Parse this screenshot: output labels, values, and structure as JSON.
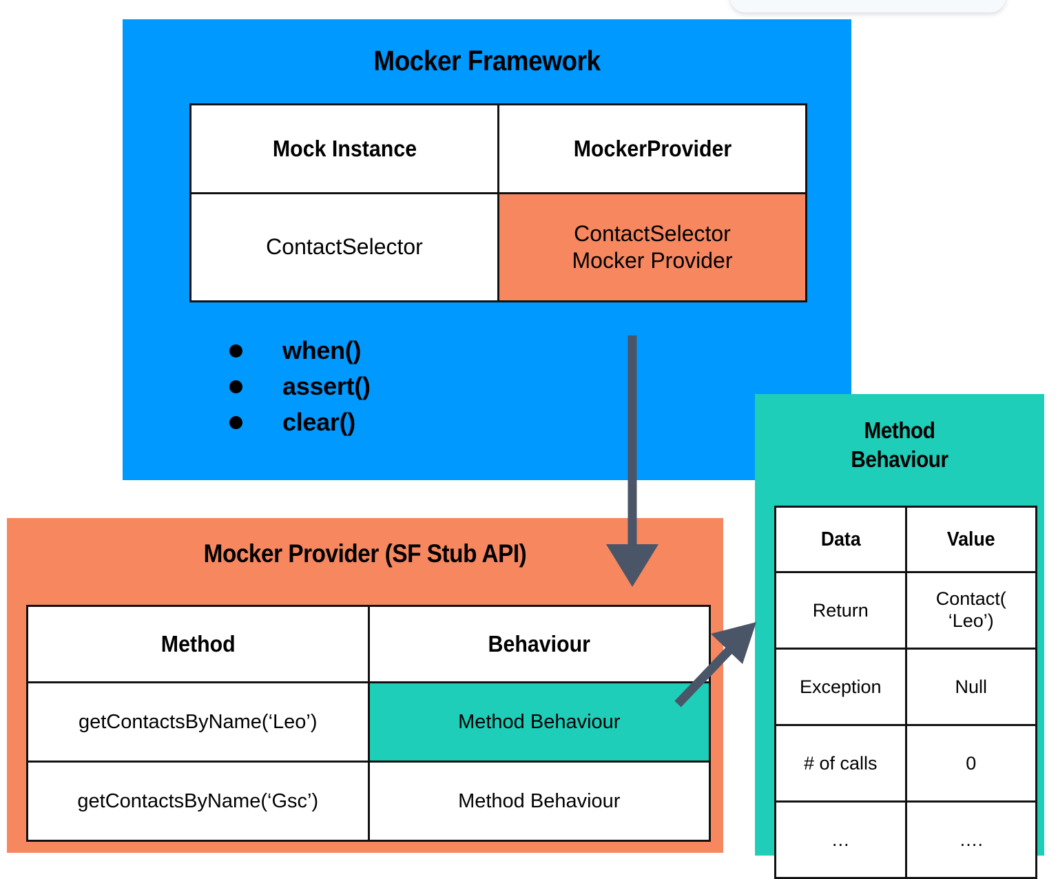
{
  "colors": {
    "blue": "#0099ff",
    "orange": "#f6875f",
    "teal": "#1fceb8",
    "arrow": "#4a5568",
    "border": "#111111",
    "white": "#ffffff"
  },
  "framework": {
    "title": "Mocker Framework",
    "table": {
      "headers": [
        "Mock Instance",
        "MockerProvider"
      ],
      "rows": [
        {
          "mock_instance": "ContactSelector",
          "mocker_provider": "ContactSelector\nMocker Provider"
        }
      ]
    },
    "api_methods": [
      "when()",
      "assert()",
      "clear()"
    ]
  },
  "provider": {
    "title": "Mocker Provider (SF Stub API)",
    "table": {
      "headers": [
        "Method",
        "Behaviour"
      ],
      "rows": [
        {
          "method": "getContactsByName(‘Leo’)",
          "behaviour": "Method Behaviour",
          "highlighted": true
        },
        {
          "method": "getContactsByName(‘Gsc’)",
          "behaviour": "Method Behaviour",
          "highlighted": false
        }
      ]
    }
  },
  "behaviour": {
    "title": "Method\nBehaviour",
    "table": {
      "headers": [
        "Data",
        "Value"
      ],
      "rows": [
        {
          "data": "Return",
          "value": "Contact(\n‘Leo’)"
        },
        {
          "data": "Exception",
          "value": "Null"
        },
        {
          "data": "# of calls",
          "value": "0"
        },
        {
          "data": "…",
          "value": "…."
        }
      ]
    }
  },
  "arrows": [
    {
      "name": "framework-to-provider-arrow",
      "direction": "down"
    },
    {
      "name": "provider-to-behaviour-arrow",
      "direction": "up-right"
    }
  ]
}
